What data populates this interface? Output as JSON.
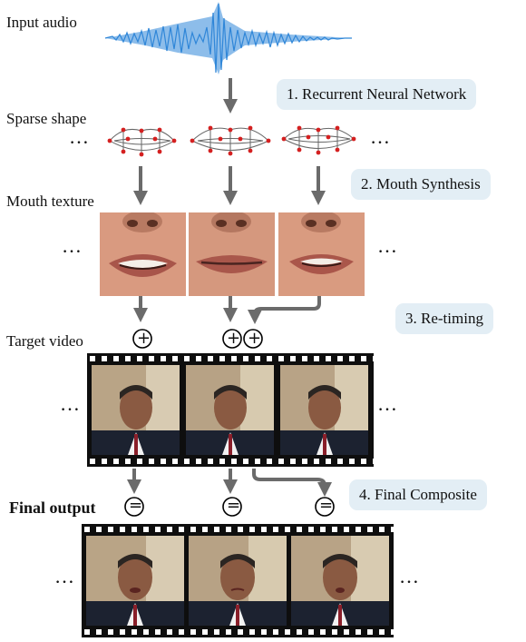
{
  "labels": {
    "input_audio": "Input audio",
    "sparse_shape": "Sparse shape",
    "mouth_texture": "Mouth texture",
    "target_video": "Target video",
    "final_output": "Final output"
  },
  "steps": [
    "1. Recurrent Neural Network",
    "2. Mouth Synthesis",
    "3. Re-timing",
    "4. Final Composite"
  ],
  "ellipsis": "…",
  "symbols": {
    "plus": "+",
    "equals": "="
  },
  "colors": {
    "waveform": "#2f86d8",
    "arrow": "#6b6b6b",
    "step_bg": "#e3eef5",
    "lip_points": "#d42020",
    "film": "#0e0e0e"
  }
}
